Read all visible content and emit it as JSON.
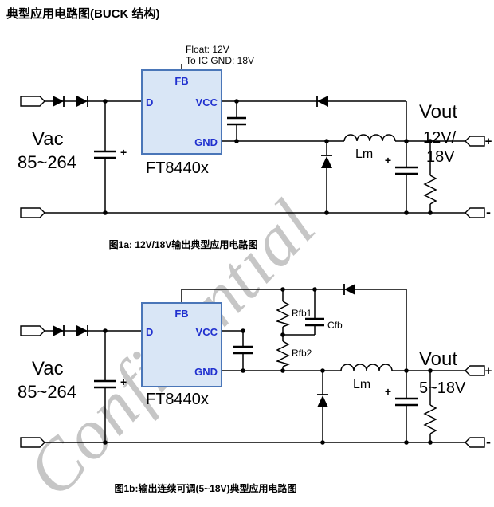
{
  "title": "典型应用电路图(BUCK 结构)",
  "watermark": "Confidential",
  "colors": {
    "ic_fill": "#d9e6f6",
    "ic_stroke": "#4a76b8",
    "pin_text": "#2131cf",
    "wire": "#000000",
    "watermark": "#8f8f8f"
  },
  "circuit1": {
    "annotation": {
      "line1": "Float: 12V",
      "line2": "To IC GND: 18V"
    },
    "ic": {
      "part": "FT8440x",
      "pin_fb": "FB",
      "pin_d": "D",
      "pin_vcc": "VCC",
      "pin_gnd": "GND"
    },
    "input": {
      "name": "Vac",
      "range": "85~264",
      "cap_polarity": "+"
    },
    "inductor_label": "Lm",
    "output": {
      "name": "Vout",
      "value1": "12V/",
      "value2": "18V",
      "cap_polarity": "+",
      "terminal_plus": "+",
      "terminal_minus": "-"
    },
    "caption": "图1a: 12V/18V输出典型应用电路图"
  },
  "circuit2": {
    "ic": {
      "part": "FT8440x",
      "pin_fb": "FB",
      "pin_d": "D",
      "pin_vcc": "VCC",
      "pin_gnd": "GND"
    },
    "input": {
      "name": "Vac",
      "range": "85~264",
      "cap_polarity": "+"
    },
    "feedback": {
      "rfb1": "Rfb1",
      "rfb2": "Rfb2",
      "cfb": "Cfb"
    },
    "inductor_label": "Lm",
    "output": {
      "name": "Vout",
      "value": "5~18V",
      "cap_polarity": "+",
      "terminal_plus": "+",
      "terminal_minus": "-"
    },
    "caption": "图1b:输出连续可调(5~18V)典型应用电路图"
  }
}
